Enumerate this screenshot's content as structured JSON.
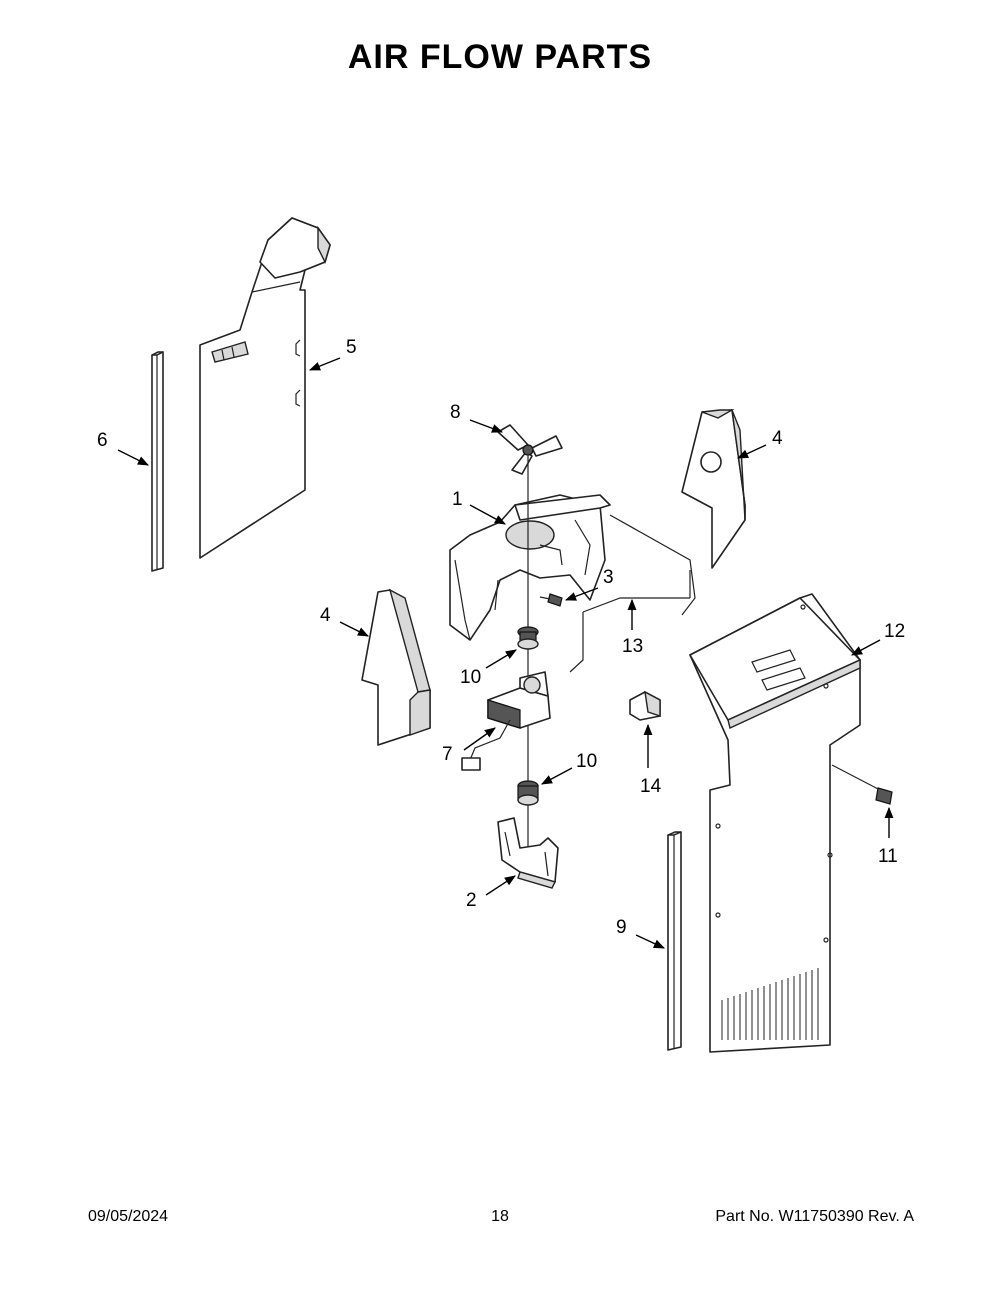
{
  "title": "AIR FLOW PARTS",
  "footer": {
    "date": "09/05/2024",
    "page": "18",
    "part_number": "Part No.  W11750390  Rev.  A"
  },
  "callouts": {
    "c1": "1",
    "c2": "2",
    "c3": "3",
    "c4a": "4",
    "c4b": "4",
    "c5": "5",
    "c6": "6",
    "c7": "7",
    "c8": "8",
    "c9": "9",
    "c10a": "10",
    "c10b": "10",
    "c11": "11",
    "c12": "12",
    "c13": "13",
    "c14": "14"
  }
}
